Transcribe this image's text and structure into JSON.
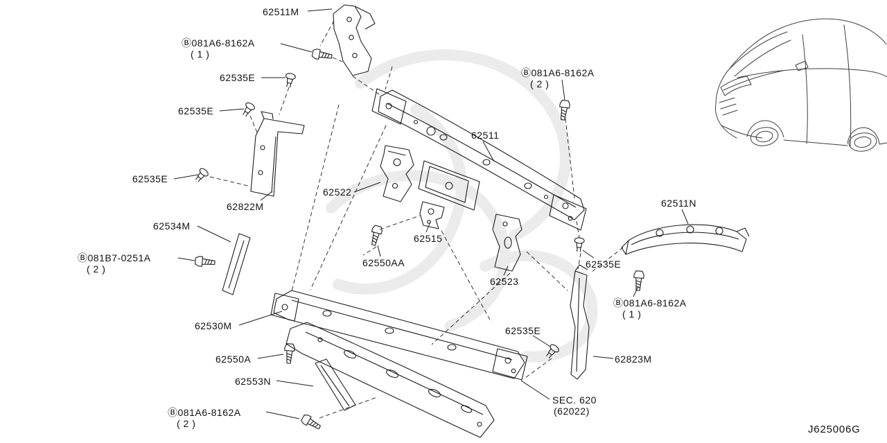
{
  "page": {
    "diagram_code": "J625006G",
    "background": "#ffffff",
    "line_color": "#1c1c1c"
  },
  "labels": [
    {
      "text": "62511M"
    },
    {
      "text": "Ⓑ081A6-8162A",
      "qty": "( 1 )"
    },
    {
      "text": "62535E"
    },
    {
      "text": "62535E"
    },
    {
      "text": "Ⓑ081A6-8162A",
      "qty": "( 2 )"
    },
    {
      "text": "62511"
    },
    {
      "text": "62535E"
    },
    {
      "text": "62522"
    },
    {
      "text": "62822M"
    },
    {
      "text": "62511N"
    },
    {
      "text": "62534M"
    },
    {
      "text": "62515"
    },
    {
      "text": "Ⓑ081B7-0251A",
      "qty": "( 2 )"
    },
    {
      "text": "62550AA"
    },
    {
      "text": "62523"
    },
    {
      "text": "62535E"
    },
    {
      "text": "Ⓑ081A6-8162A",
      "qty": "( 1 )"
    },
    {
      "text": "62530M"
    },
    {
      "text": "62535E"
    },
    {
      "text": "62550A"
    },
    {
      "text": "62823M"
    },
    {
      "text": "62553N"
    },
    {
      "text": "Ⓑ081A6-8162A",
      "qty": "( 2 )"
    },
    {
      "text": "SEC. 620",
      "qty": "(62022)"
    }
  ]
}
